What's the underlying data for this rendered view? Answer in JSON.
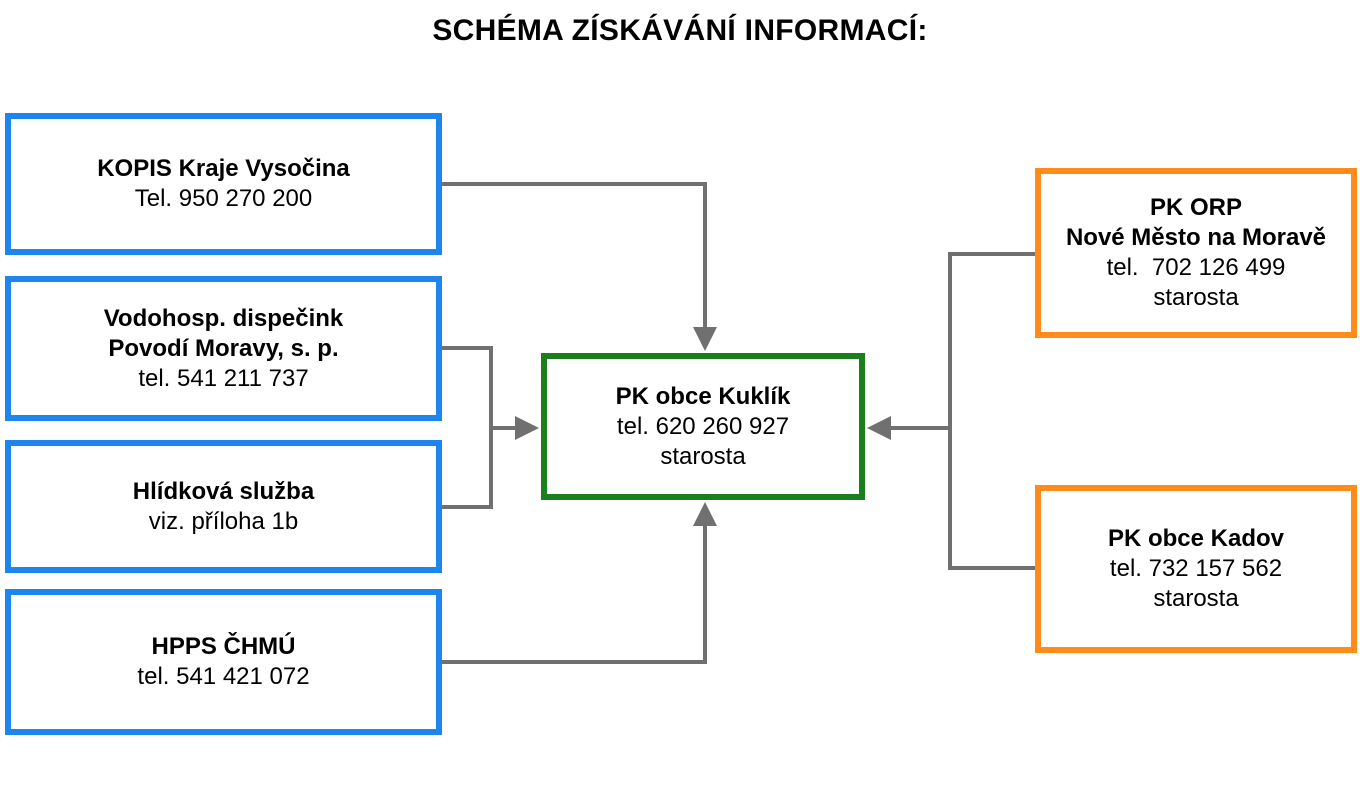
{
  "title": "SCHÉMA ZÍSKÁVÁNÍ INFORMACÍ:",
  "colors": {
    "sources_border": "#1C86EE",
    "center_border": "#1B7F1B",
    "regional_border": "#FF8C1A",
    "connector": "#707070"
  },
  "nodes": {
    "kopis": {
      "line1": "KOPIS Kraje Vysočina",
      "line2": "Tel. 950 270 200"
    },
    "vodo": {
      "line1": "Vodohosp. dispečink",
      "line2": "Povodí Moravy, s. p.",
      "line3": "tel. 541 211 737"
    },
    "hlidka": {
      "line1": "Hlídková služba",
      "line2": "viz. příloha 1b"
    },
    "hpps": {
      "line1": "HPPS ČHMÚ",
      "line2": "tel. 541 421 072"
    },
    "center": {
      "line1": "PK obce Kuklík",
      "line2": "tel. 620 260 927",
      "line3": "starosta"
    },
    "orp": {
      "line1": "PK ORP",
      "line2": "Nové Město na Moravě",
      "line3": "tel.  702 126 499",
      "line4": "starosta"
    },
    "kadov": {
      "line1": "PK obce Kadov",
      "line2": "tel. 732 157 562",
      "line3": "starosta"
    }
  }
}
